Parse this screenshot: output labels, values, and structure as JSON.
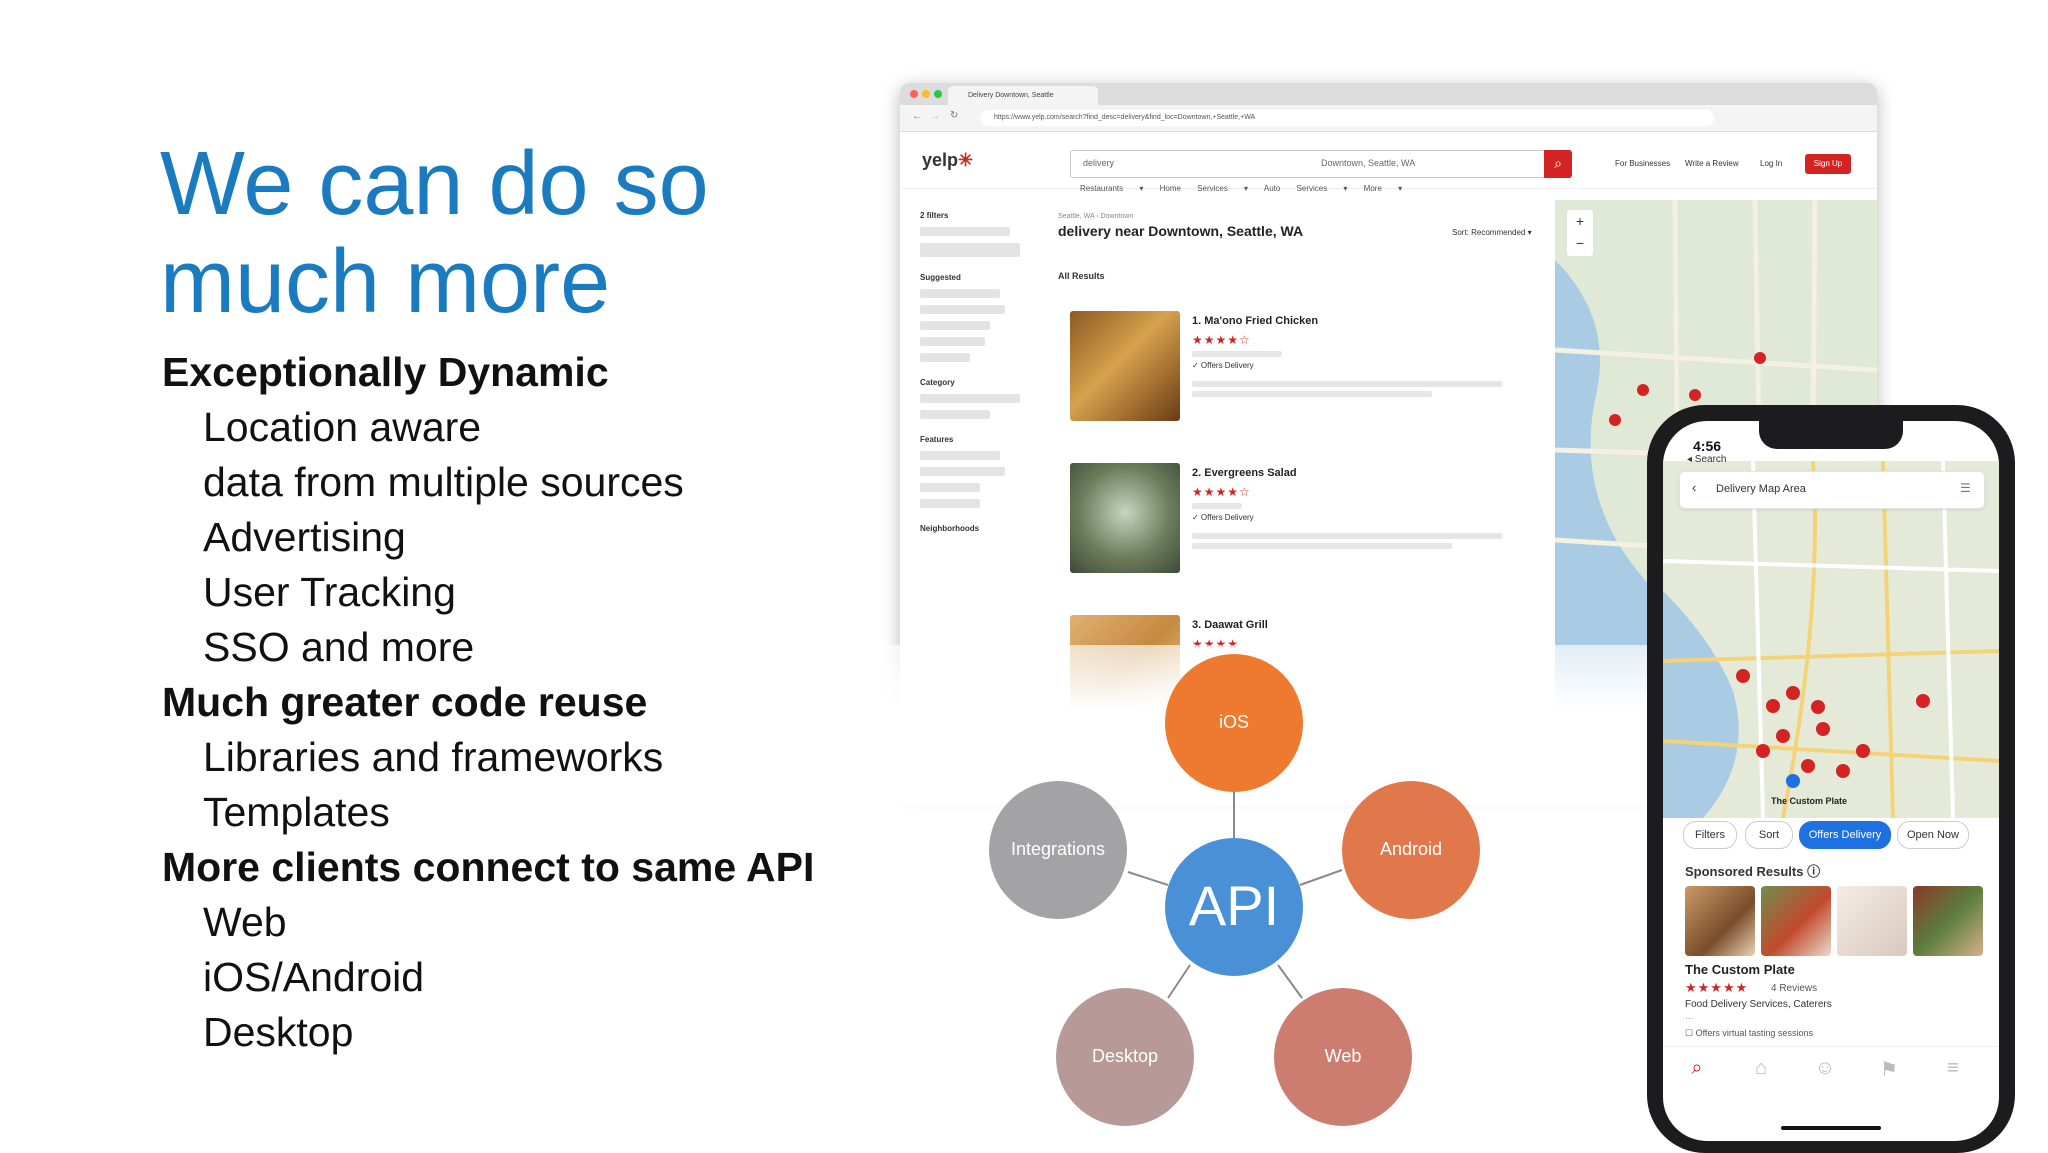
{
  "slide": {
    "title_line1": "We can do so",
    "title_line2": "much more",
    "bullets": [
      {
        "level": 1,
        "text": "Exceptionally Dynamic"
      },
      {
        "level": 2,
        "text": "Location aware"
      },
      {
        "level": 2,
        "text": "data from multiple sources"
      },
      {
        "level": 2,
        "text": "Advertising"
      },
      {
        "level": 2,
        "text": "User Tracking"
      },
      {
        "level": 2,
        "text": "SSO and more"
      },
      {
        "level": 1,
        "text": "Much greater code reuse"
      },
      {
        "level": 2,
        "text": "Libraries and frameworks"
      },
      {
        "level": 2,
        "text": "Templates"
      },
      {
        "level": 1,
        "text": "More clients connect to same API"
      },
      {
        "level": 2,
        "text": "Web"
      },
      {
        "level": 2,
        "text": "iOS/Android"
      },
      {
        "level": 2,
        "text": "Desktop"
      }
    ]
  },
  "browser": {
    "tab_title": "Delivery Downtown, Seattle",
    "url": "https://www.yelp.com/search?find_desc=delivery&find_loc=Downtown,+Seattle,+WA",
    "logo": "yelp",
    "search_query": "delivery",
    "search_location": "Downtown, Seattle, WA",
    "nav": {
      "for_business": "For Businesses",
      "write_review": "Write a Review",
      "login": "Log In",
      "signup": "Sign Up"
    },
    "categories": "Restaurants ▾  Home Services ▾  Auto Services ▾  More ▾",
    "breadcrumb": "Seattle, WA  ›  Downtown",
    "results_heading": "delivery near Downtown, Seattle, WA",
    "sort_label": "Sort: Recommended ▾",
    "all_results": "All Results",
    "filters_label": "2 filters",
    "suggested_label": "Suggested",
    "category_label": "Category",
    "features_label": "Features",
    "neighborhoods_label": "Neighborhoods",
    "results": [
      {
        "name": "1. Ma'ono Fried Chicken",
        "stars": "★★★★☆",
        "offer": "✓ Offers Delivery"
      },
      {
        "name": "2. Evergreens Salad",
        "stars": "★★★★☆",
        "offer": "✓ Offers Delivery"
      },
      {
        "name": "3. Daawat Grill",
        "stars": "★★★★",
        "offer": ""
      }
    ]
  },
  "phone": {
    "time": "4:56",
    "back_label": "◂ Search",
    "map_title": "Delivery  Map Area",
    "chips": [
      "Filters",
      "Sort",
      "Offers Delivery",
      "Open Now"
    ],
    "sponsored": "Sponsored Results ⓘ",
    "business_name": "The Custom Plate",
    "business_stars": "★★★★★",
    "reviews": "4 Reviews",
    "business_cats": "Food Delivery Services, Caterers",
    "business_offer": "☐ Offers virtual tasting sessions",
    "map_label": "The Custom Plate"
  },
  "diagram": {
    "center": "API",
    "nodes": {
      "ios": "iOS",
      "android": "Android",
      "web": "Web",
      "desktop": "Desktop",
      "integrations": "Integrations"
    },
    "colors": {
      "api": "#4a90d6",
      "ios": "#ee7a30",
      "android": "#e0784c",
      "web": "#cc7d70",
      "desktop": "#b79a98",
      "integrations": "#a3a3a5"
    }
  }
}
